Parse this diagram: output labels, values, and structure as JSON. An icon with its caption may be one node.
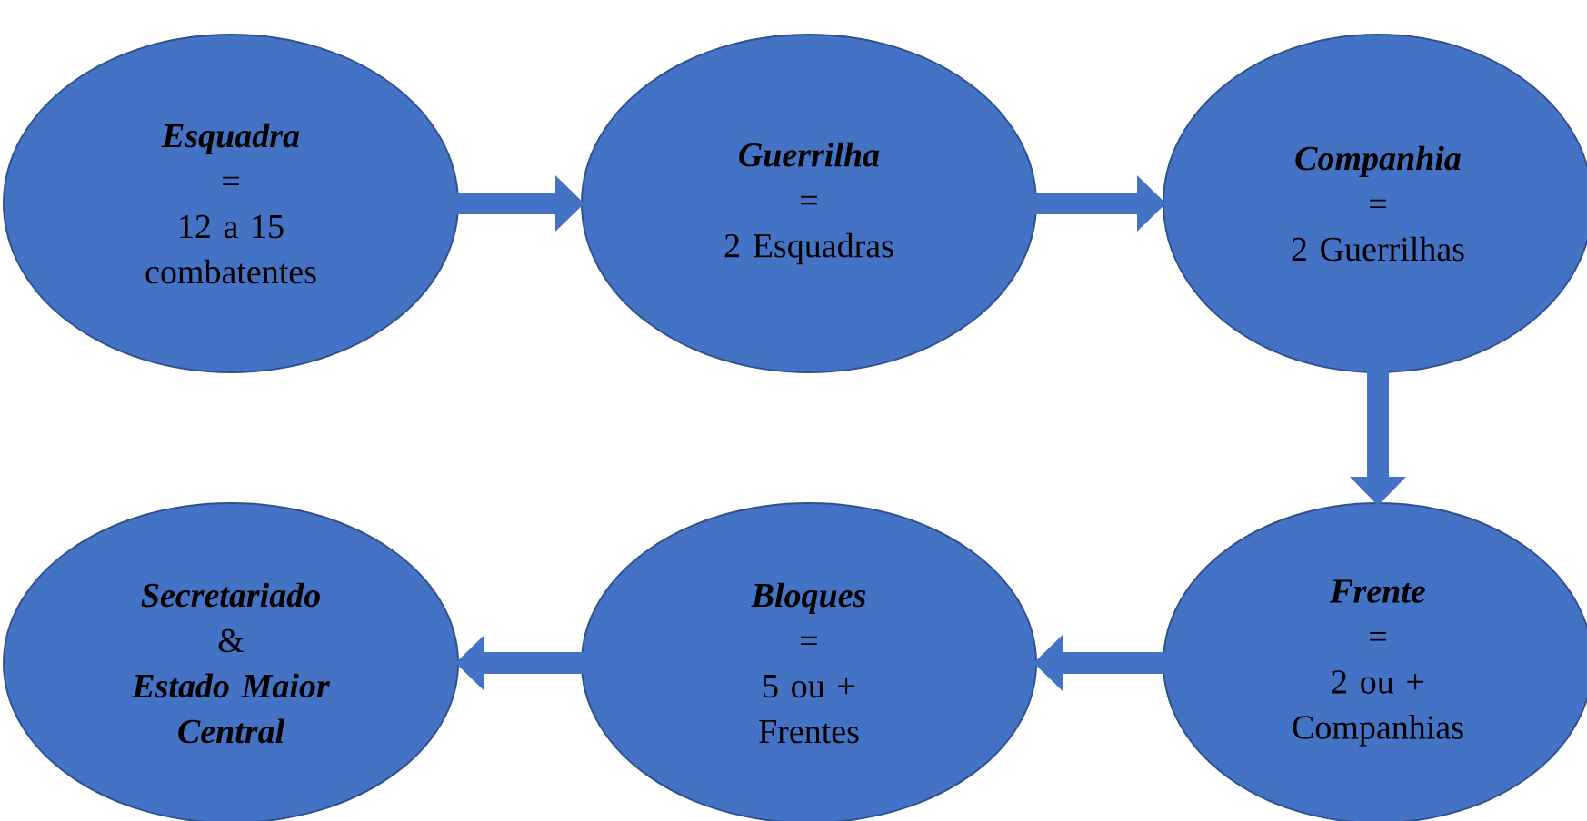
{
  "diagram": {
    "nodes": [
      {
        "text": [
          "Esquadra",
          "=",
          "12 a 15 combatentes"
        ]
      },
      {
        "text": [
          "Guerrilha",
          "=",
          "2 Esquadras"
        ]
      },
      {
        "text": [
          "Companhia",
          "=",
          "2 Guerrilhas"
        ]
      },
      {
        "text": [
          "Frente",
          "=",
          "2 ou + Companhias"
        ]
      },
      {
        "text": [
          "Bloques",
          "=",
          "5 ou + Frentes"
        ]
      },
      {
        "text": [
          "Secretariado",
          "&",
          "Estado Maior Central"
        ]
      }
    ],
    "edges": [
      {
        "from": 0,
        "to": 1,
        "arrow": "to"
      },
      {
        "from": 1,
        "to": 2,
        "arrow": "to"
      },
      {
        "from": 2,
        "to": 3,
        "arrow": "to"
      },
      {
        "from": 3,
        "to": 4,
        "arrow": "to"
      },
      {
        "from": 4,
        "to": 5,
        "arrow": "to"
      }
    ]
  }
}
